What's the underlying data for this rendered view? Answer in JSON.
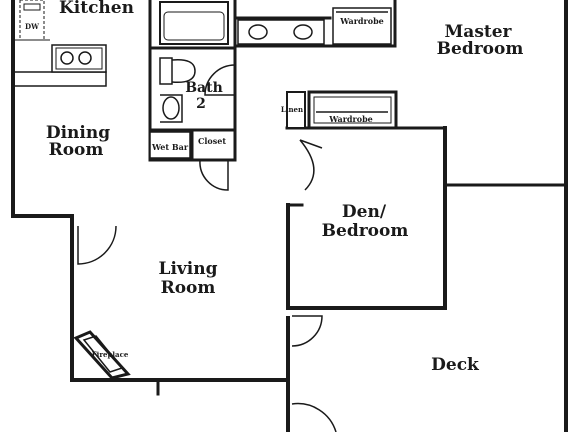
{
  "rooms": {
    "kitchen": "Kitchen",
    "master_line1": "Master",
    "master_line2": "Bedroom",
    "dining_line1": "Dining",
    "dining_line2": "Room",
    "bath_line1": "Bath",
    "bath_line2": "2",
    "den_line1": "Den/",
    "den_line2": "Bedroom",
    "living_line1": "Living",
    "living_line2": "Room",
    "deck": "Deck"
  },
  "fixtures": {
    "dw": "DW",
    "wardrobe_top": "Wardrobe",
    "wardrobe_den": "Wardrobe",
    "linen": "Linen",
    "wet_bar": "Wet Bar",
    "closet": "Closet",
    "fireplace": "Fireplace"
  }
}
